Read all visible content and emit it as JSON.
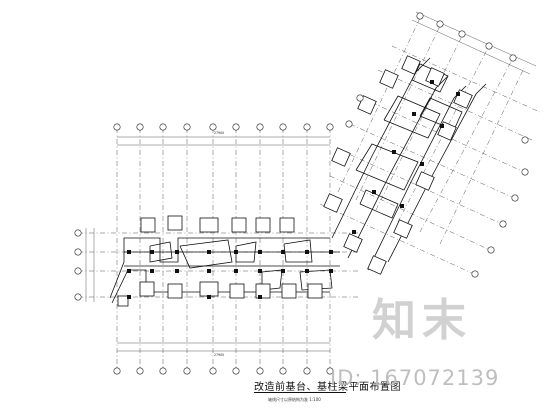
{
  "drawing": {
    "title": "改造前基台、基柱梁平面布置图",
    "subtitle": "轴线尺寸以原结构为准 1:100",
    "top_dimension_total": "27900",
    "bottom_dimension_total": "27900"
  },
  "watermark": {
    "logo_text": "知末",
    "id_text": "ID: 167072139"
  },
  "colors": {
    "line": "#111111",
    "watermark": "#c0c0c0"
  }
}
